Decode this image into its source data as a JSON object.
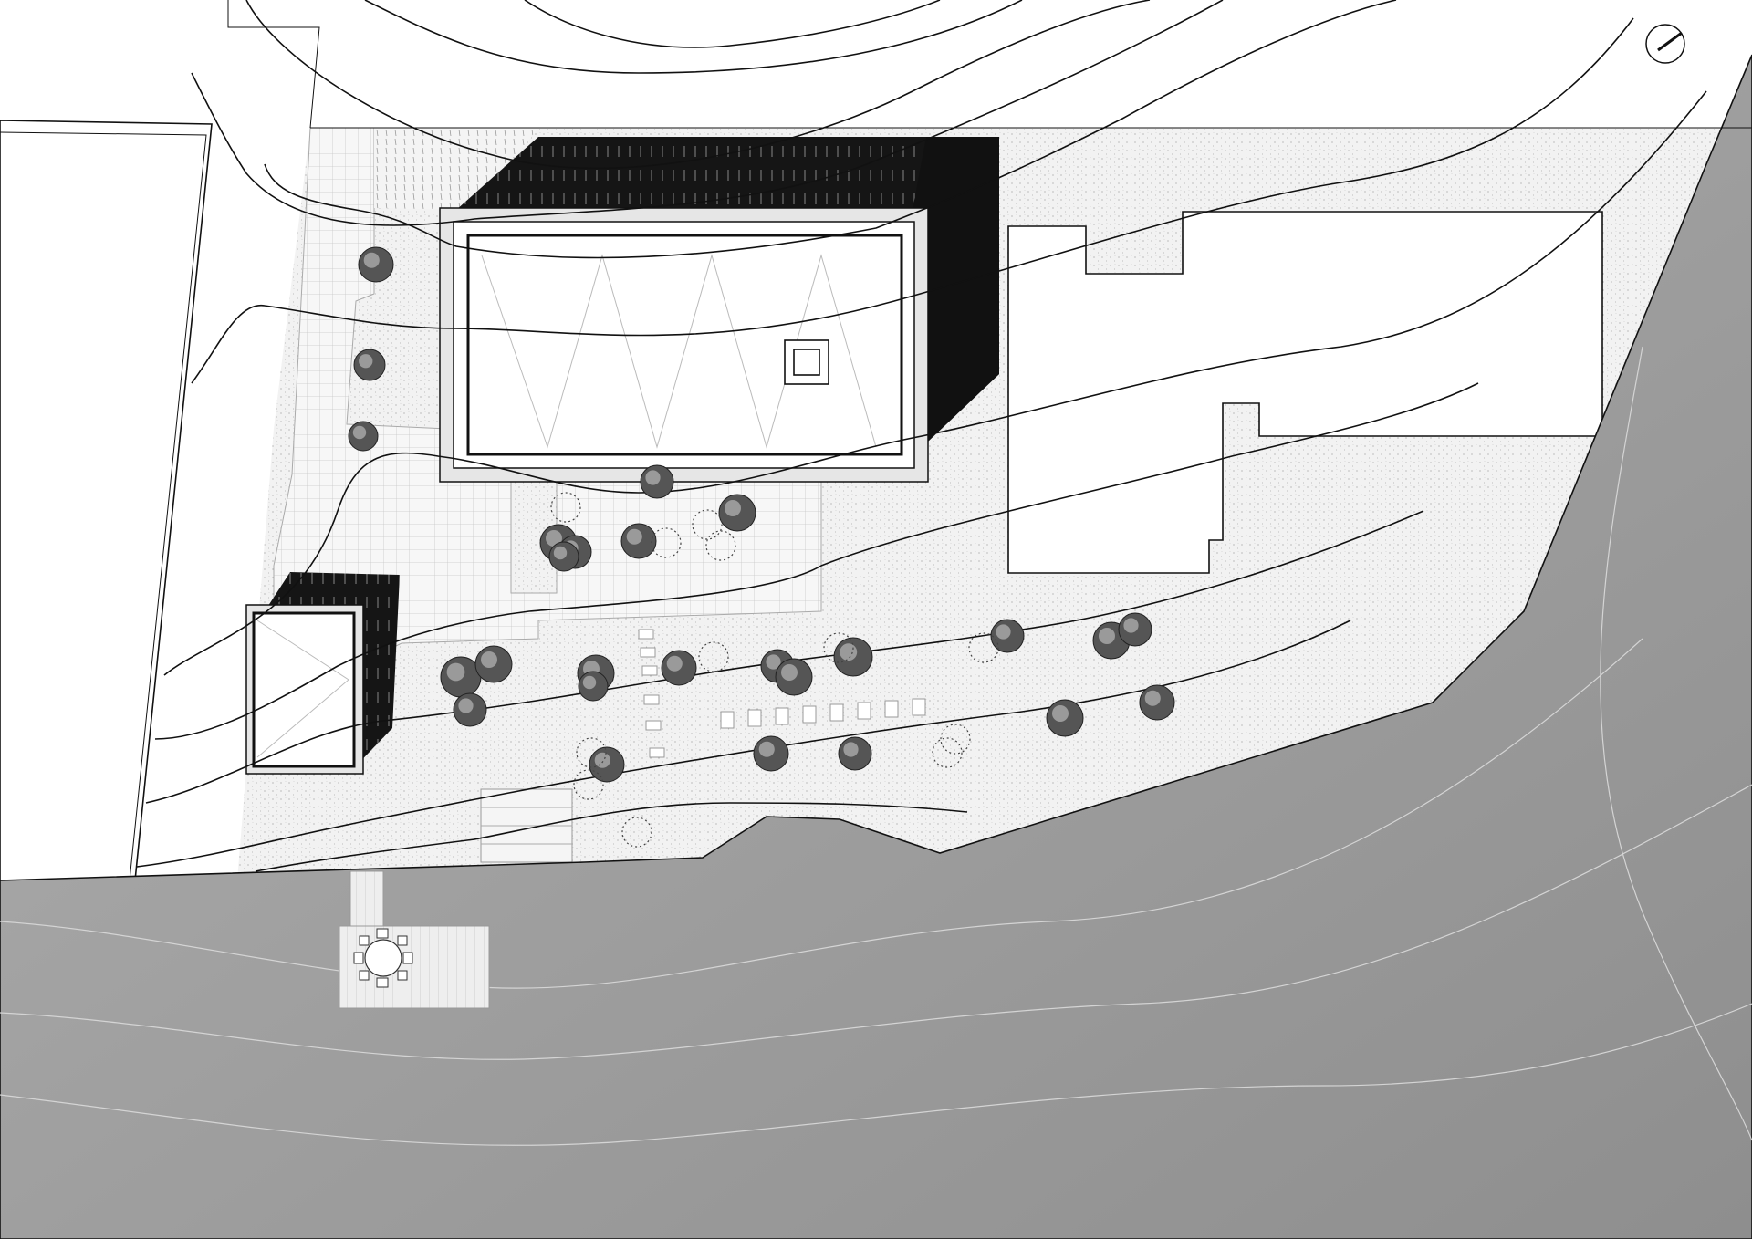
{
  "drawing": {
    "type": "site-plan",
    "north_arrow": "north-arrow-icon",
    "colors": {
      "water": "#9d9d9d",
      "paper": "#ffffff",
      "roof_dark": "#111111",
      "gravel": "#efefef",
      "paving": "#f6f6f6"
    },
    "trees": {
      "dense_crowns": 26,
      "sparse_shrubs": 12
    },
    "text_labels": []
  }
}
